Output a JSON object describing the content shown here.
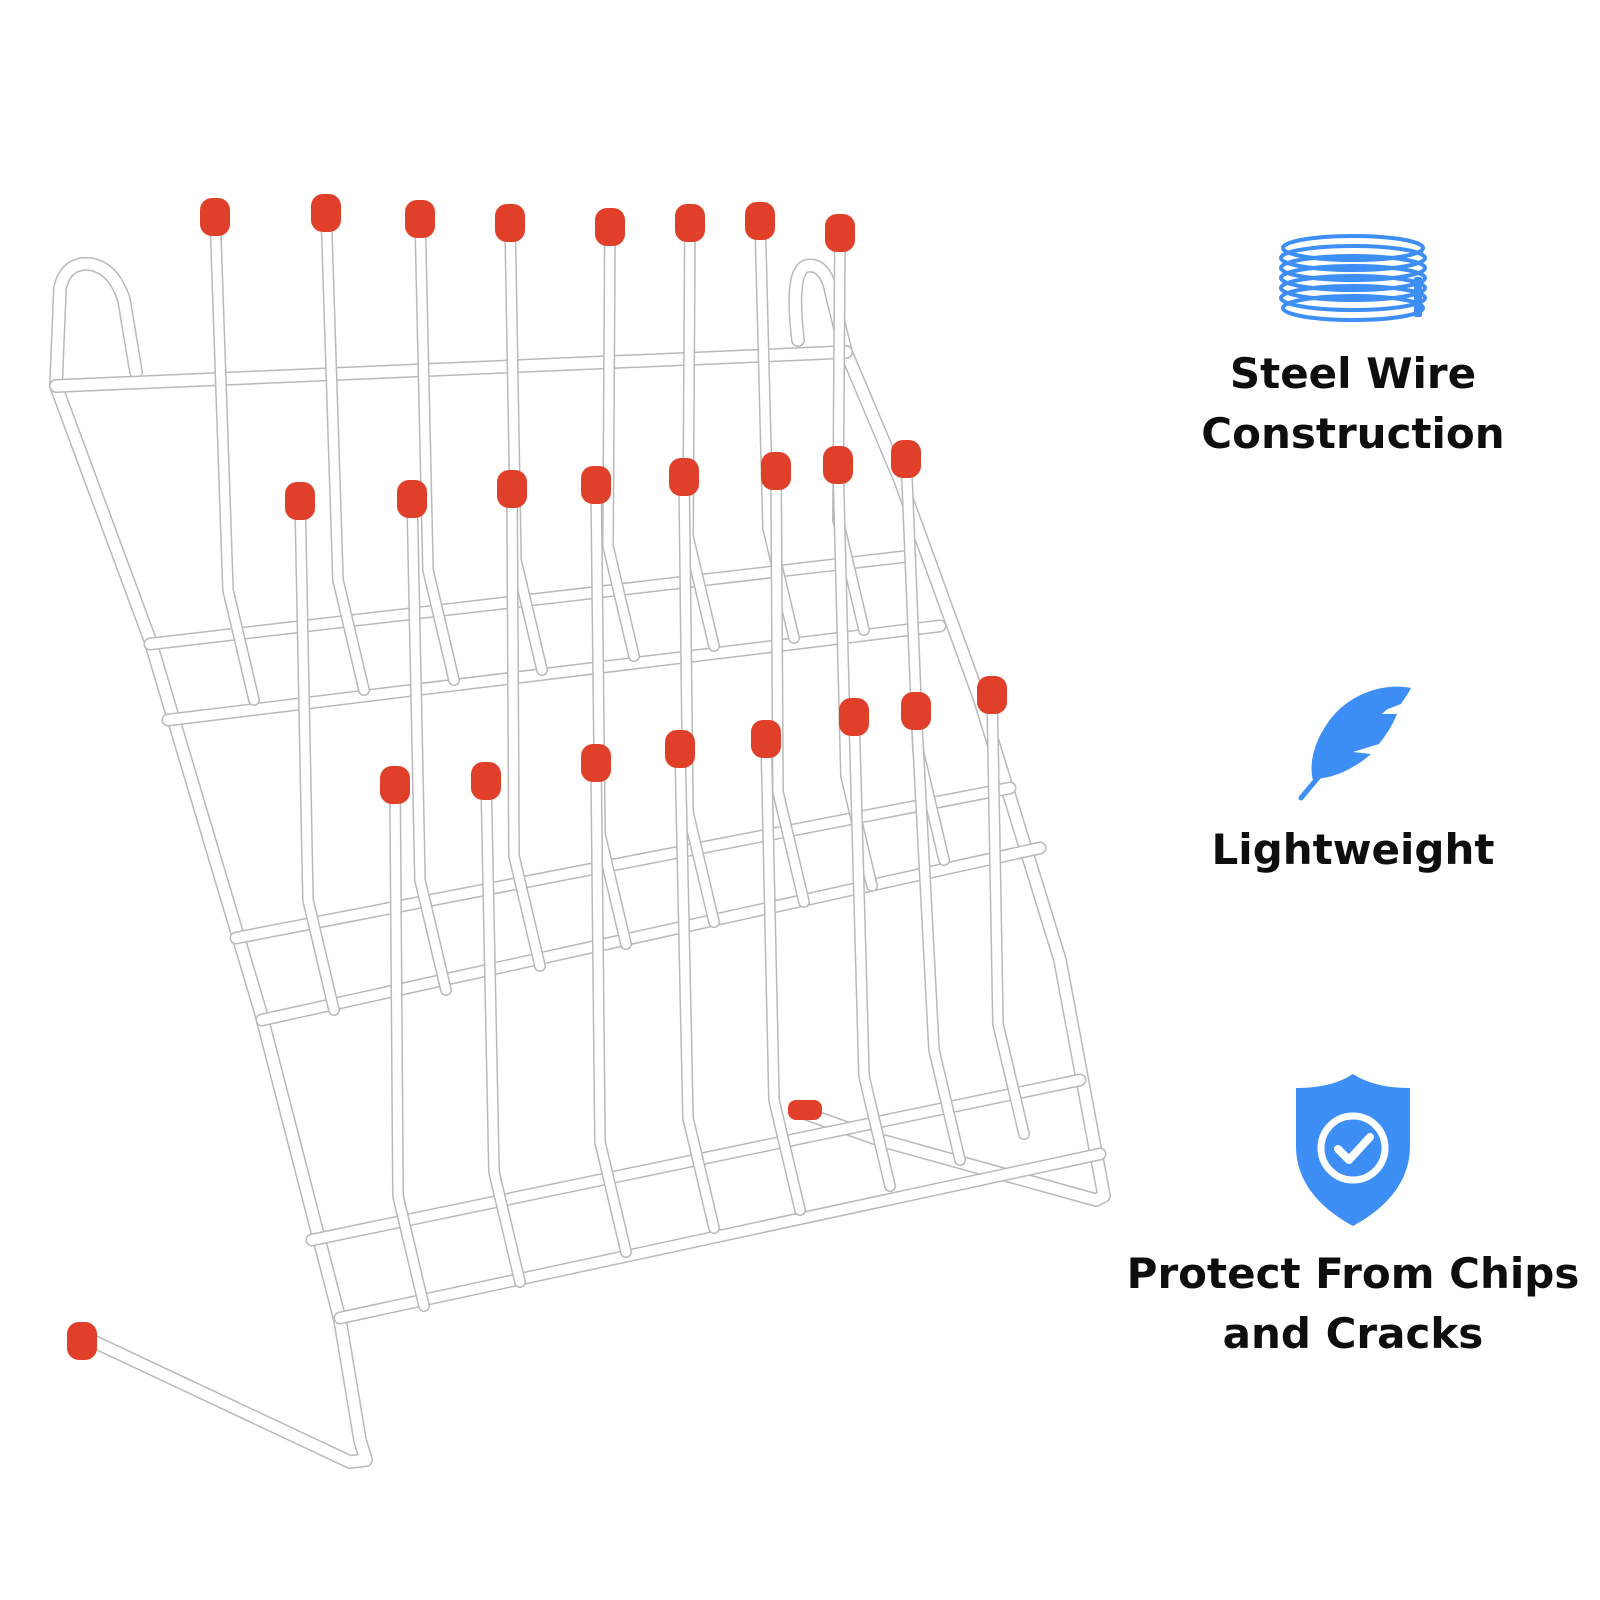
{
  "colors": {
    "rack_wire": "#ffffff",
    "wire_outline": "#b9b9b9",
    "tip_caps": "#e0402a",
    "icon_blue": "#3d8ef5",
    "text": "#0e0e0e"
  },
  "product": {
    "name_icon": "drying-rack-image"
  },
  "features": [
    {
      "icon": "steel-wire-coil-icon",
      "label": "Steel Wire\nConstruction"
    },
    {
      "icon": "feather-icon",
      "label": "Lightweight"
    },
    {
      "icon": "shield-check-icon",
      "label": "Protect From Chips\nand Cracks"
    }
  ]
}
